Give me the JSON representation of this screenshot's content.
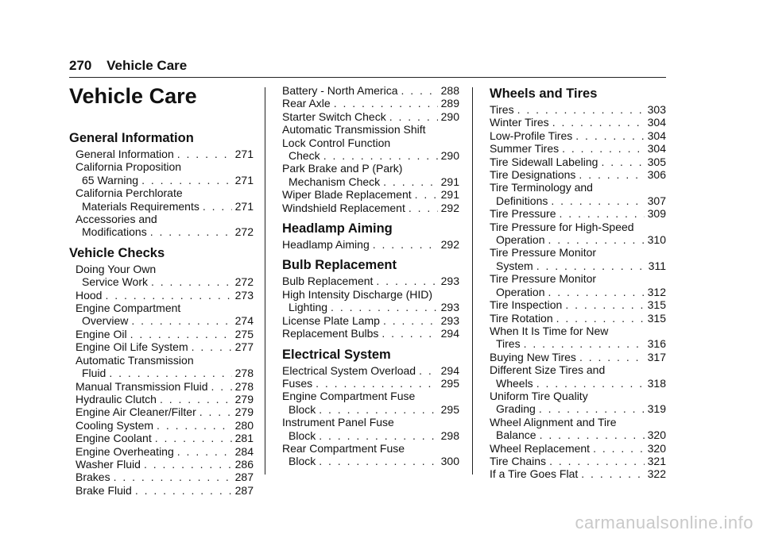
{
  "header": {
    "page_number": "270",
    "title": "Vehicle Care"
  },
  "chapter_title": "Vehicle Care",
  "col1": [
    {
      "title": "General Information",
      "entries": [
        {
          "lines": [
            "General Information"
          ],
          "page": "271"
        },
        {
          "lines": [
            "California Proposition",
            "65 Warning"
          ],
          "page": "271"
        },
        {
          "lines": [
            "California Perchlorate",
            "Materials Requirements"
          ],
          "page": "271"
        },
        {
          "lines": [
            "Accessories and",
            "Modifications"
          ],
          "page": "272"
        }
      ]
    },
    {
      "title": "Vehicle Checks",
      "entries": [
        {
          "lines": [
            "Doing Your Own",
            "Service Work"
          ],
          "page": "272"
        },
        {
          "lines": [
            "Hood"
          ],
          "page": "273"
        },
        {
          "lines": [
            "Engine Compartment",
            "Overview"
          ],
          "page": "274"
        },
        {
          "lines": [
            "Engine Oil"
          ],
          "page": "275"
        },
        {
          "lines": [
            "Engine Oil Life System"
          ],
          "page": "277"
        },
        {
          "lines": [
            "Automatic Transmission",
            "Fluid"
          ],
          "page": "278"
        },
        {
          "lines": [
            "Manual Transmission Fluid"
          ],
          "page": "278"
        },
        {
          "lines": [
            "Hydraulic Clutch"
          ],
          "page": "279"
        },
        {
          "lines": [
            "Engine Air Cleaner/Filter"
          ],
          "page": "279"
        },
        {
          "lines": [
            "Cooling System"
          ],
          "page": "280"
        },
        {
          "lines": [
            "Engine Coolant"
          ],
          "page": "281"
        },
        {
          "lines": [
            "Engine Overheating"
          ],
          "page": "284"
        },
        {
          "lines": [
            "Washer Fluid"
          ],
          "page": "286"
        },
        {
          "lines": [
            "Brakes"
          ],
          "page": "287"
        },
        {
          "lines": [
            "Brake Fluid"
          ],
          "page": "287"
        }
      ]
    }
  ],
  "col2": [
    {
      "title": "",
      "entries": [
        {
          "lines": [
            "Battery - North America"
          ],
          "page": "288"
        },
        {
          "lines": [
            "Rear Axle"
          ],
          "page": "289"
        },
        {
          "lines": [
            "Starter Switch Check"
          ],
          "page": "290"
        },
        {
          "lines": [
            "Automatic Transmission Shift",
            "Lock Control Function",
            "Check"
          ],
          "page": "290"
        },
        {
          "lines": [
            "Park Brake and P (Park)",
            "Mechanism Check"
          ],
          "page": "291"
        },
        {
          "lines": [
            "Wiper Blade Replacement"
          ],
          "page": "291"
        },
        {
          "lines": [
            "Windshield Replacement"
          ],
          "page": "292"
        }
      ]
    },
    {
      "title": "Headlamp Aiming",
      "entries": [
        {
          "lines": [
            "Headlamp Aiming"
          ],
          "page": "292"
        }
      ]
    },
    {
      "title": "Bulb Replacement",
      "entries": [
        {
          "lines": [
            "Bulb Replacement"
          ],
          "page": "293"
        },
        {
          "lines": [
            "High Intensity Discharge (HID)",
            "Lighting"
          ],
          "page": "293"
        },
        {
          "lines": [
            "License Plate Lamp"
          ],
          "page": "293"
        },
        {
          "lines": [
            "Replacement Bulbs"
          ],
          "page": "294"
        }
      ]
    },
    {
      "title": "Electrical System",
      "entries": [
        {
          "lines": [
            "Electrical System Overload"
          ],
          "page": "294"
        },
        {
          "lines": [
            "Fuses"
          ],
          "page": "295"
        },
        {
          "lines": [
            "Engine Compartment Fuse",
            "Block"
          ],
          "page": "295"
        },
        {
          "lines": [
            "Instrument Panel Fuse",
            "Block"
          ],
          "page": "298"
        },
        {
          "lines": [
            "Rear Compartment Fuse",
            "Block"
          ],
          "page": "300"
        }
      ]
    }
  ],
  "col3": [
    {
      "title": "Wheels and Tires",
      "entries": [
        {
          "lines": [
            "Tires"
          ],
          "page": "303"
        },
        {
          "lines": [
            "Winter Tires"
          ],
          "page": "304"
        },
        {
          "lines": [
            "Low-Profile Tires"
          ],
          "page": "304"
        },
        {
          "lines": [
            "Summer Tires"
          ],
          "page": "304"
        },
        {
          "lines": [
            "Tire Sidewall Labeling"
          ],
          "page": "305"
        },
        {
          "lines": [
            "Tire Designations"
          ],
          "page": "306"
        },
        {
          "lines": [
            "Tire Terminology and",
            "Definitions"
          ],
          "page": "307"
        },
        {
          "lines": [
            "Tire Pressure"
          ],
          "page": "309"
        },
        {
          "lines": [
            "Tire Pressure for High-Speed",
            "Operation"
          ],
          "page": "310"
        },
        {
          "lines": [
            "Tire Pressure Monitor",
            "System"
          ],
          "page": "311"
        },
        {
          "lines": [
            "Tire Pressure Monitor",
            "Operation"
          ],
          "page": "312"
        },
        {
          "lines": [
            "Tire Inspection"
          ],
          "page": "315"
        },
        {
          "lines": [
            "Tire Rotation"
          ],
          "page": "315"
        },
        {
          "lines": [
            "When It Is Time for New",
            "Tires"
          ],
          "page": "316"
        },
        {
          "lines": [
            "Buying New Tires"
          ],
          "page": "317"
        },
        {
          "lines": [
            "Different Size Tires and",
            "Wheels"
          ],
          "page": "318"
        },
        {
          "lines": [
            "Uniform Tire Quality",
            "Grading"
          ],
          "page": "319"
        },
        {
          "lines": [
            "Wheel Alignment and Tire",
            "Balance"
          ],
          "page": "320"
        },
        {
          "lines": [
            "Wheel Replacement"
          ],
          "page": "320"
        },
        {
          "lines": [
            "Tire Chains"
          ],
          "page": "321"
        },
        {
          "lines": [
            "If a Tire Goes Flat"
          ],
          "page": "322"
        }
      ]
    }
  ],
  "watermark": "carmanualsonline.info",
  "colors": {
    "text": "#111111",
    "rule": "#222222",
    "watermark": "#c9c9c9"
  }
}
